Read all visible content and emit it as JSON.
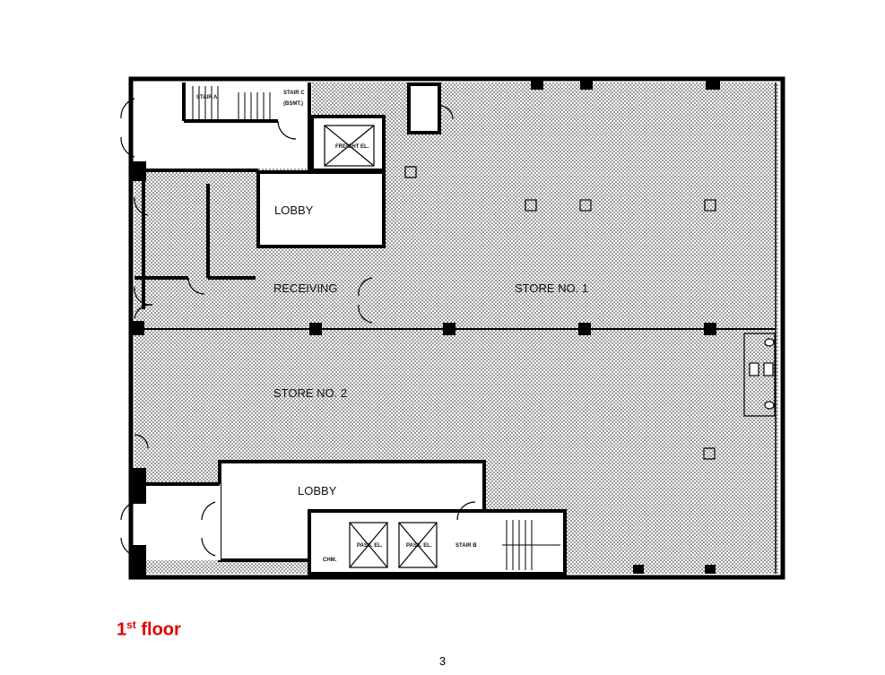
{
  "floor_plan": {
    "rooms": {
      "stair_a": "STAIR A",
      "stair_c": "STAIR C",
      "stair_c_note": "(BSMT.)",
      "freight_elevator": "FREIGHT EL.",
      "lobby_upper": "LOBBY",
      "receiving": "RECEIVING",
      "store_1": "STORE NO. 1",
      "store_2": "STORE NO. 2",
      "lobby_lower": "LOBBY",
      "pass_elevator_1": "PASS. EL.",
      "pass_elevator_2": "PASS. EL.",
      "stair_b": "STAIR B",
      "chimney": "CHM."
    },
    "colors": {
      "walls": "#000000",
      "shaded_area": "#bdbdbd",
      "caption": "#e00000"
    }
  },
  "caption": {
    "main": "1",
    "superscript": "st",
    "suffix": " floor"
  },
  "page_number": "3"
}
